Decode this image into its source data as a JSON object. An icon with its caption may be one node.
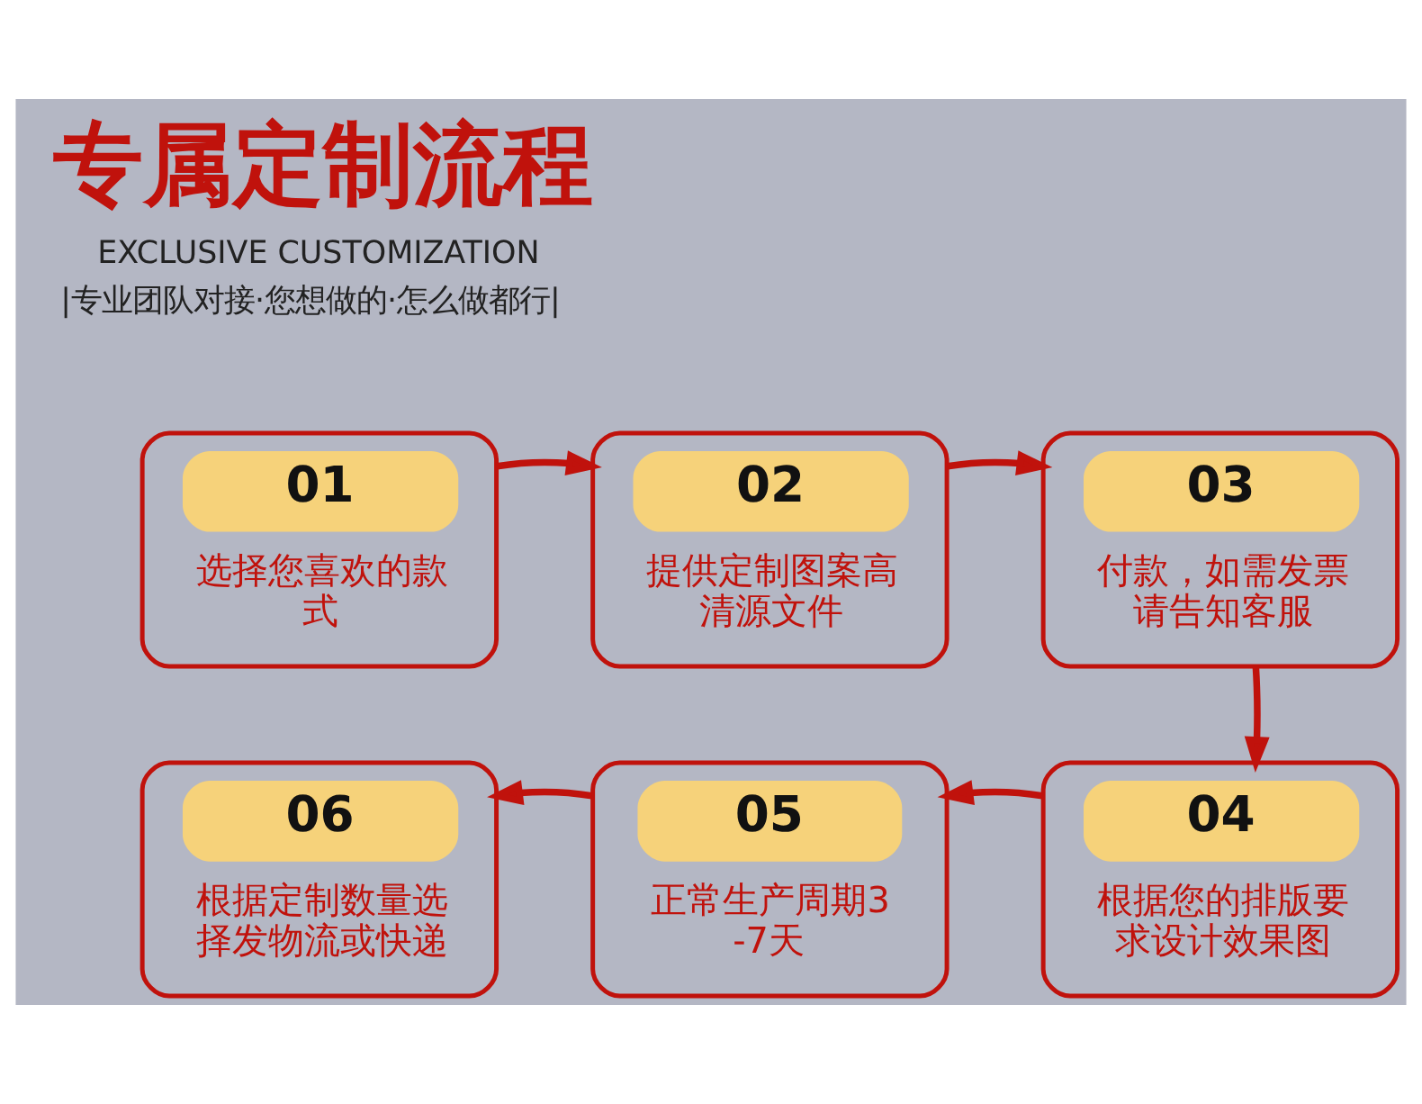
{
  "diagram": {
    "title": "专属定制流程",
    "nodes": [
      {
        "text": [
          "01",
          "选择您喜欢的款式"
        ]
      },
      {
        "text": [
          "02",
          "提供定制图案高清源文件"
        ]
      },
      {
        "text": [
          "03",
          "付款，如需发票请告知客服"
        ]
      },
      {
        "text": [
          "04",
          "根据您的排版要求设计效果图"
        ]
      },
      {
        "text": [
          "05",
          "正常生产周期3-7天"
        ]
      },
      {
        "text": [
          "06",
          "根据定制数量选择发物流或快递"
        ]
      }
    ],
    "edges": [
      {
        "from": 0,
        "to": 1,
        "arrow": "to"
      },
      {
        "from": 1,
        "to": 2,
        "arrow": "to"
      },
      {
        "from": 2,
        "to": 3,
        "arrow": "to"
      },
      {
        "from": 3,
        "to": 4,
        "arrow": "to"
      },
      {
        "from": 4,
        "to": 5,
        "arrow": "to"
      }
    ],
    "labels": [
      "EXCLUSIVE CUSTOMIZATION",
      "|专业团队对接·您想做的·怎么做都行|"
    ]
  }
}
